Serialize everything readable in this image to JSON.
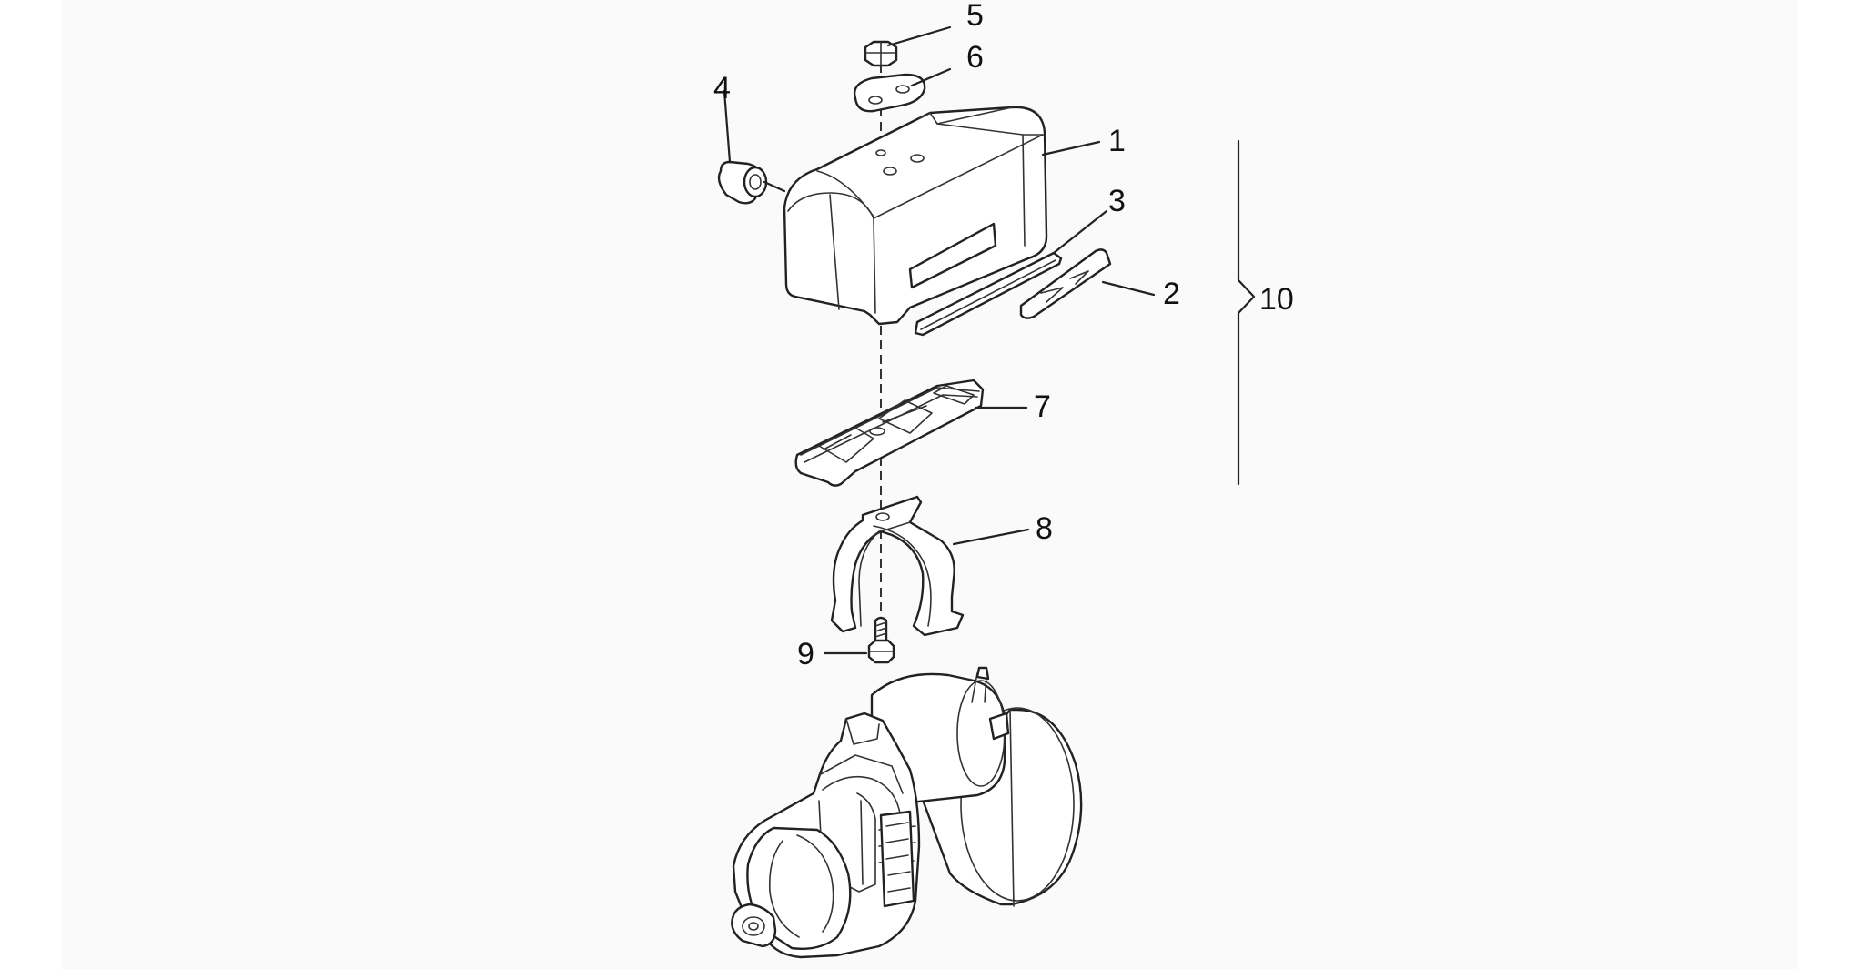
{
  "callouts": [
    {
      "id": "1",
      "label": "1"
    },
    {
      "id": "2",
      "label": "2"
    },
    {
      "id": "3",
      "label": "3"
    },
    {
      "id": "4",
      "label": "4"
    },
    {
      "id": "5",
      "label": "5"
    },
    {
      "id": "6",
      "label": "6"
    },
    {
      "id": "7",
      "label": "7"
    },
    {
      "id": "8",
      "label": "8"
    },
    {
      "id": "9",
      "label": "9"
    },
    {
      "id": "10",
      "label": "10"
    }
  ],
  "colors": {
    "line": "#222222",
    "background": "#fafafa"
  }
}
